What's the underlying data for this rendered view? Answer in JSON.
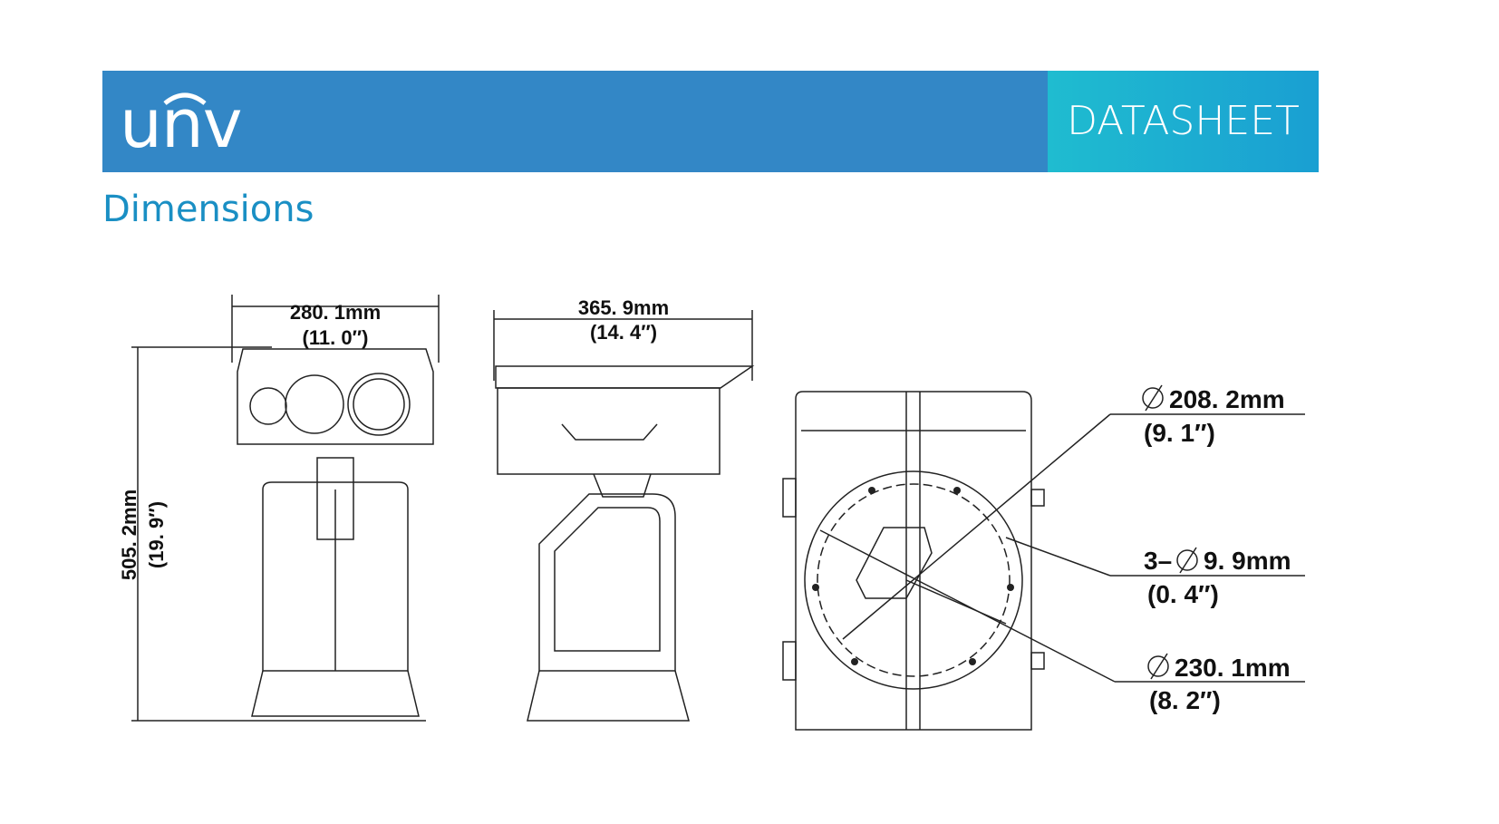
{
  "header": {
    "brand": "UNV",
    "label": "DATASHEET",
    "colors": {
      "banner": "#3387c6",
      "accent": "#1fb5cc",
      "title": "#1a8fc4"
    }
  },
  "section_title": "Dimensions",
  "dimensions": {
    "front_width_mm": "280. 1mm",
    "front_width_in": "(11. 0″)",
    "side_depth_mm": "365. 9mm",
    "side_depth_in": "(14. 4″)",
    "height_mm": "505. 2mm",
    "height_in": "(19. 9″)",
    "diam1_mm": "208. 2mm",
    "diam1_in": "(9. 1″)",
    "holes_mm": "9. 9mm",
    "holes_prefix": "3–",
    "holes_in": "(0. 4″)",
    "diam2_mm": "230. 1mm",
    "diam2_in": "(8. 2″)"
  }
}
